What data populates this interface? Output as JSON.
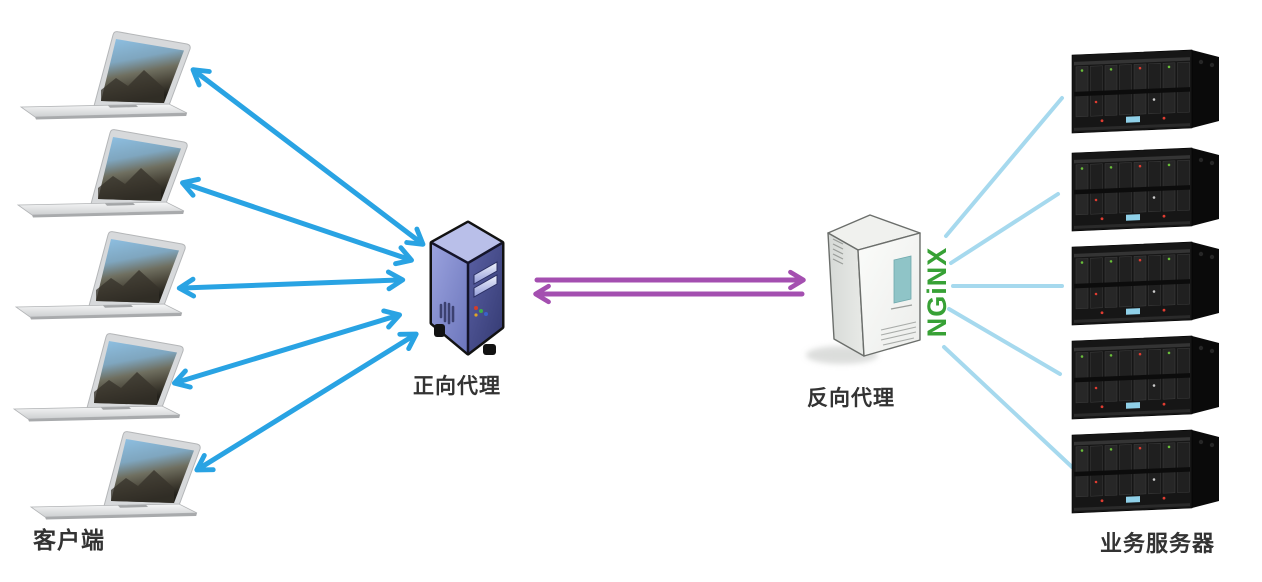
{
  "diagram": {
    "type": "network-topology",
    "nodes": {
      "clients": {
        "label": "客户端",
        "count": 5,
        "icon": "laptop-icon"
      },
      "forward_proxy": {
        "label": "正向代理",
        "icon": "tower-server-icon"
      },
      "reverse_proxy": {
        "label": "反向代理",
        "icon": "nginx-tower-icon",
        "logo_text": "NGiNX",
        "logo_color": "#37a135"
      },
      "backend_servers": {
        "label": "业务服务器",
        "count": 5,
        "icon": "rack-server-icon"
      }
    },
    "connections": {
      "client_to_forward": {
        "style": "double-headed-arrow",
        "color": "#29a3e3",
        "count": 5
      },
      "forward_to_reverse": {
        "style": "request-response-pair",
        "color": "#a44fb0",
        "count": 2
      },
      "reverse_to_backend": {
        "style": "plain-line",
        "color": "#a6d9ee",
        "count": 5
      }
    }
  }
}
